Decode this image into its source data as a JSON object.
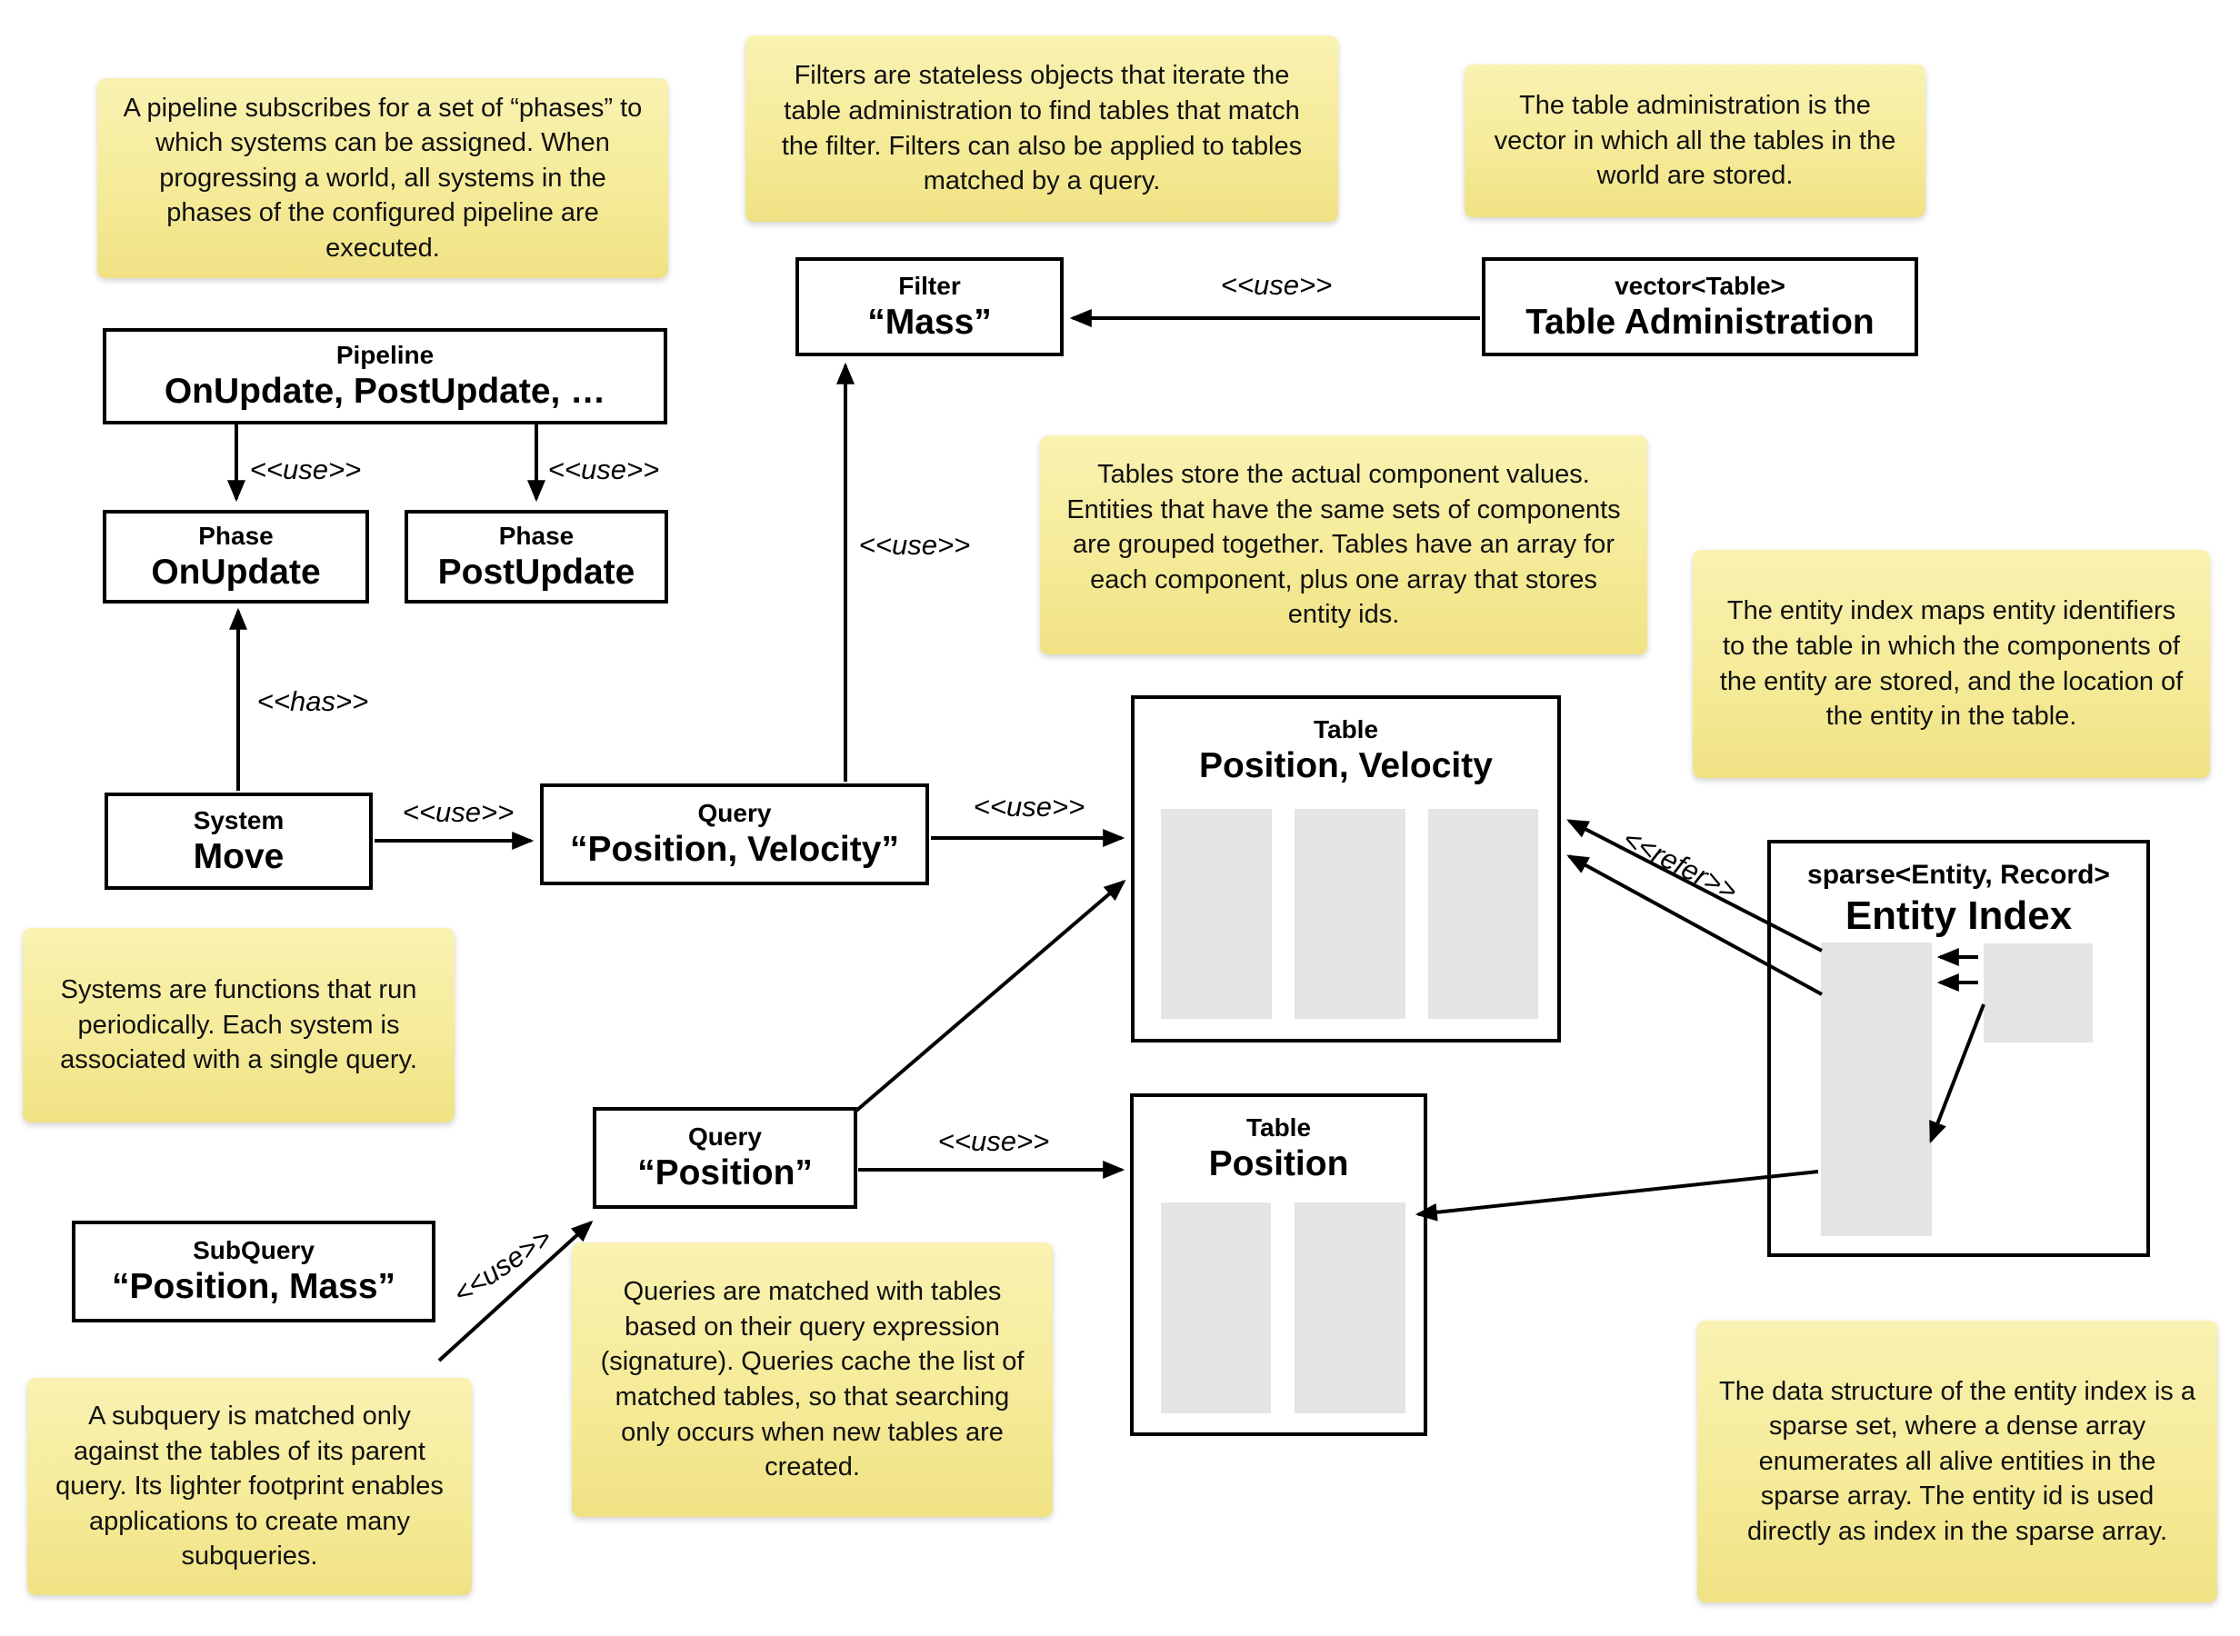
{
  "title": "ECS architecture diagram",
  "colors": {
    "note_background_top": "#f9f2b2",
    "note_background_bottom": "#f0e284",
    "node_border": "#000000",
    "array_fill": "#e4e4e4",
    "canvas": "#ffffff"
  },
  "notes": {
    "pipeline": "A pipeline subscribes for a set of “phases” to which systems can be assigned. When progressing a world, all systems in the phases of the configured pipeline are executed.",
    "filters": "Filters are stateless objects that iterate the table administration to find tables that match the filter. Filters can also be applied to tables matched by a query.",
    "table_admin": "The table administration is the vector in which all the tables in the world are stored.",
    "tables": "Tables store the actual component values. Entities that have the same sets of components are grouped together. Tables have an array for each component, plus one array that stores entity ids.",
    "entity_index": "The entity index maps entity identifiers to the table in which the components of the entity are stored, and the location of the entity in the table.",
    "systems": "Systems are functions that run periodically. Each system is associated with a single query.",
    "queries": "Queries are matched with tables based on their query expression (signature). Queries cache the list of matched tables, so that searching only occurs when new tables are created.",
    "subquery": "A subquery is matched only against the tables of its parent query. Its lighter footprint enables applications to create many subqueries.",
    "sparse_set": "The data structure of the entity index is a sparse set, where a dense array enumerates all alive entities in the sparse array. The entity id is used directly as index in the sparse array."
  },
  "nodes": {
    "pipeline": {
      "stereotype": "Pipeline",
      "name": "OnUpdate, PostUpdate, …"
    },
    "phase_onupdate": {
      "stereotype": "Phase",
      "name": "OnUpdate"
    },
    "phase_postupdate": {
      "stereotype": "Phase",
      "name": "PostUpdate"
    },
    "system_move": {
      "stereotype": "System",
      "name": "Move"
    },
    "query_posvel": {
      "stereotype": "Query",
      "name": "“Position, Velocity”"
    },
    "filter_mass": {
      "stereotype": "Filter",
      "name": "“Mass”"
    },
    "table_admin": {
      "stereotype": "vector<Table>",
      "name": "Table Administration"
    },
    "table_posvel": {
      "stereotype": "Table",
      "name": "Position, Velocity"
    },
    "table_pos": {
      "stereotype": "Table",
      "name": "Position"
    },
    "query_pos": {
      "stereotype": "Query",
      "name": "“Position”"
    },
    "subquery": {
      "stereotype": "SubQuery",
      "name": "“Position, Mass”"
    },
    "entity_index": {
      "stereotype": "sparse<Entity, Record>",
      "name": "Entity Index"
    }
  },
  "edge_labels": {
    "use": "<<use>>",
    "has": "<<has>>",
    "refer": "<<refer>>"
  }
}
